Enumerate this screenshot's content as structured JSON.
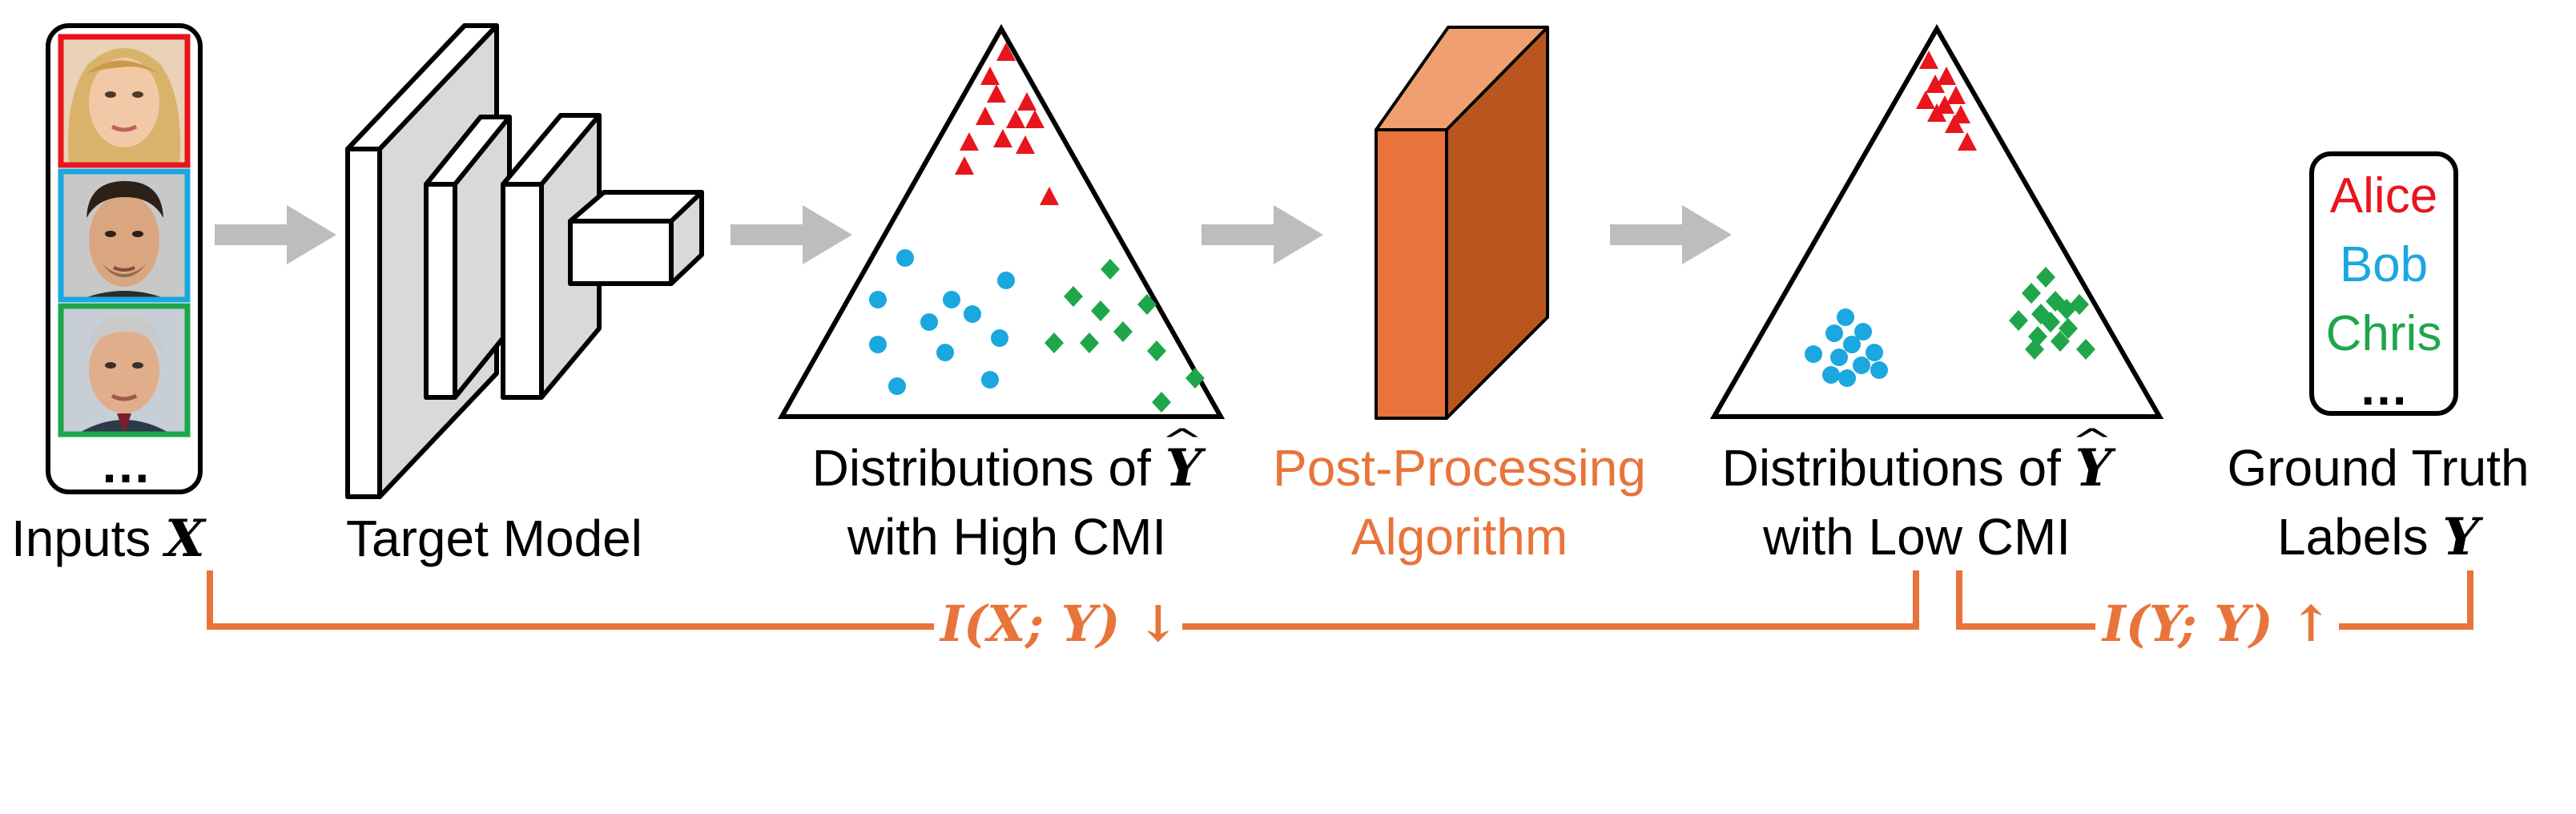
{
  "labels": {
    "inputs": "Inputs ",
    "inputs_var": "X",
    "inputs_ellipsis": "…",
    "target_model": "Target Model",
    "dist_high_line1": "Distributions of ",
    "dist_high_var": "Y",
    "dist_high_line2": "with High CMI",
    "post_line1": "Post-Processing",
    "post_line2": "Algorithm",
    "dist_low_line1": "Distributions of ",
    "dist_low_var": "Y",
    "dist_low_line2": "with Low CMI",
    "gt_line1": "Ground Truth",
    "gt_line2": "Labels ",
    "gt_var": "Y",
    "mi_left": "I(X; Y) ↓",
    "mi_right": "I(Y; Y) ↑"
  },
  "legend": {
    "names": [
      "Alice",
      "Bob",
      "Chris"
    ],
    "more": "…"
  },
  "colors": {
    "class_alice": "#E8151C",
    "class_bob": "#1BA7E0",
    "class_chris": "#1FA64A",
    "accent": "#E8743B",
    "post_box_front": "#E8743B",
    "post_box_side": "#B9561F",
    "post_box_top": "#F0A070",
    "arrow": "#BDBDBD",
    "layer_face": "#D9D9D9"
  },
  "icons": {
    "face_1": "blonde-woman-face",
    "face_2": "dark-haired-man-face",
    "face_3": "grey-haired-man-face"
  }
}
